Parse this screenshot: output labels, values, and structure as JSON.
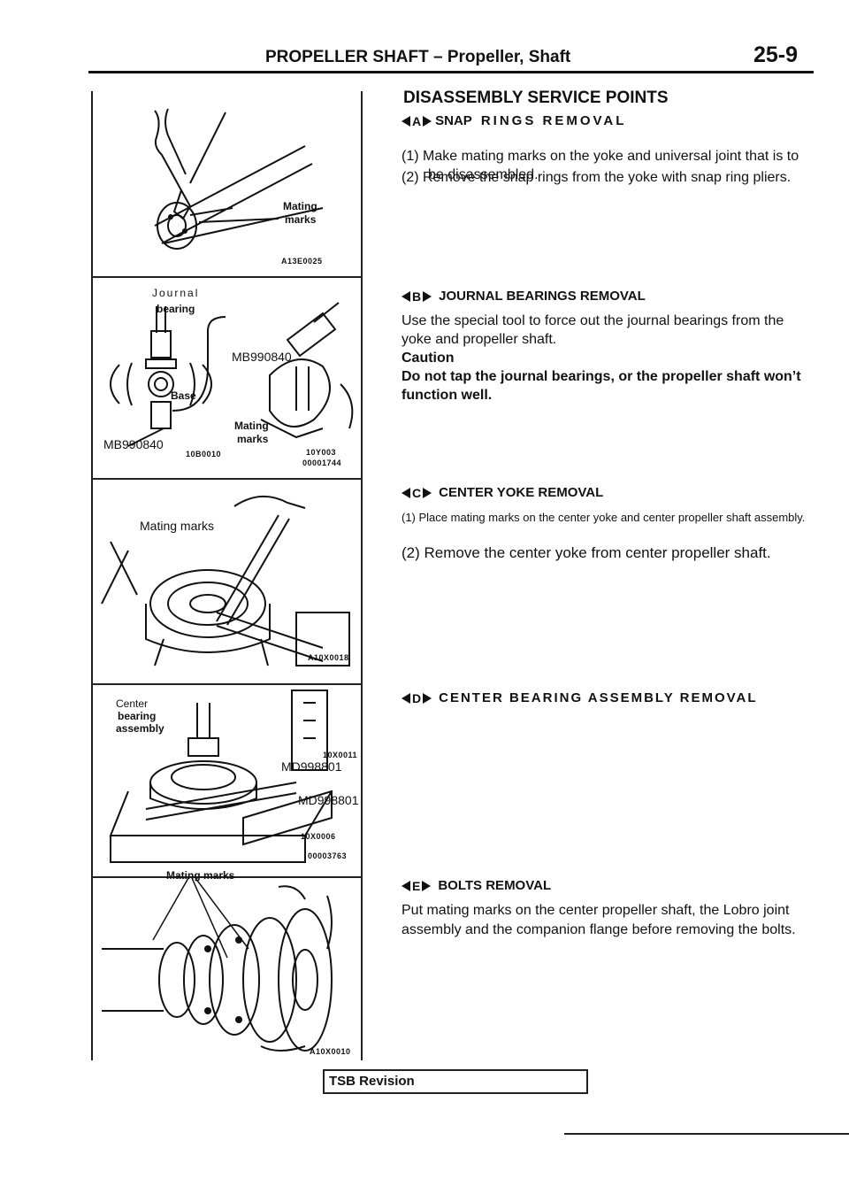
{
  "header": {
    "title": "PROPELLER SHAFT – Propeller, Shaft",
    "page": "25-9"
  },
  "figures": {
    "fig1": {
      "label_mating": "Mating",
      "label_marks": "marks",
      "code": "A13E0025"
    },
    "fig2": {
      "label_journal": "Journal",
      "label_bearing": "bearing",
      "label_base": "Base",
      "label_tool_a": "MB990840",
      "label_tool_b": "MB990840",
      "label_mating": "Mating",
      "label_marks": "marks",
      "code_a": "10B0010",
      "code_b": "10Y003",
      "code_c": "00001744"
    },
    "fig3": {
      "label_mating": "Mating marks",
      "code": "A10X0018"
    },
    "fig4": {
      "label_center": "Center",
      "label_bearing": "bearing",
      "label_assembly": "assembly",
      "label_tool_a": "MD998801",
      "label_tool_b": "MD998801",
      "code_a": "10X0011",
      "code_b": "10X0006",
      "code_c": "00003763"
    },
    "fig5": {
      "label_mating": "Mating marks",
      "code": "A10X0010"
    }
  },
  "content": {
    "section_title": "DISASSEMBLY SERVICE POINTS",
    "A": {
      "badge": "A",
      "snap": "SNAP",
      "title": "RINGS REMOVAL",
      "step1": "(1) Make mating marks on the yoke and universal joint that is to be disassembled.",
      "step2": "(2) Remove the snap rings from the yoke with snap ring pliers."
    },
    "B": {
      "badge": "B",
      "title": "JOURNAL BEARINGS REMOVAL",
      "text": "Use the special tool to force out the journal bearings from the yoke and propeller shaft.",
      "caution_label": "Caution",
      "caution_text": "Do not tap the journal bearings, or the propeller shaft won’t function well."
    },
    "C": {
      "badge": "C",
      "title": "CENTER YOKE REMOVAL",
      "step1": "(1) Place mating marks on the center yoke and center propeller shaft assembly.",
      "step2": "(2) Remove the center yoke from center propeller shaft."
    },
    "D": {
      "badge": "D",
      "title": "CENTER BEARING ASSEMBLY REMOVAL"
    },
    "E": {
      "badge": "E",
      "title": "BOLTS REMOVAL",
      "text": "Put mating marks on the center propeller shaft, the Lobro joint assembly and the companion flange before removing the bolts."
    }
  },
  "footer": {
    "tsb": "TSB Revision"
  }
}
